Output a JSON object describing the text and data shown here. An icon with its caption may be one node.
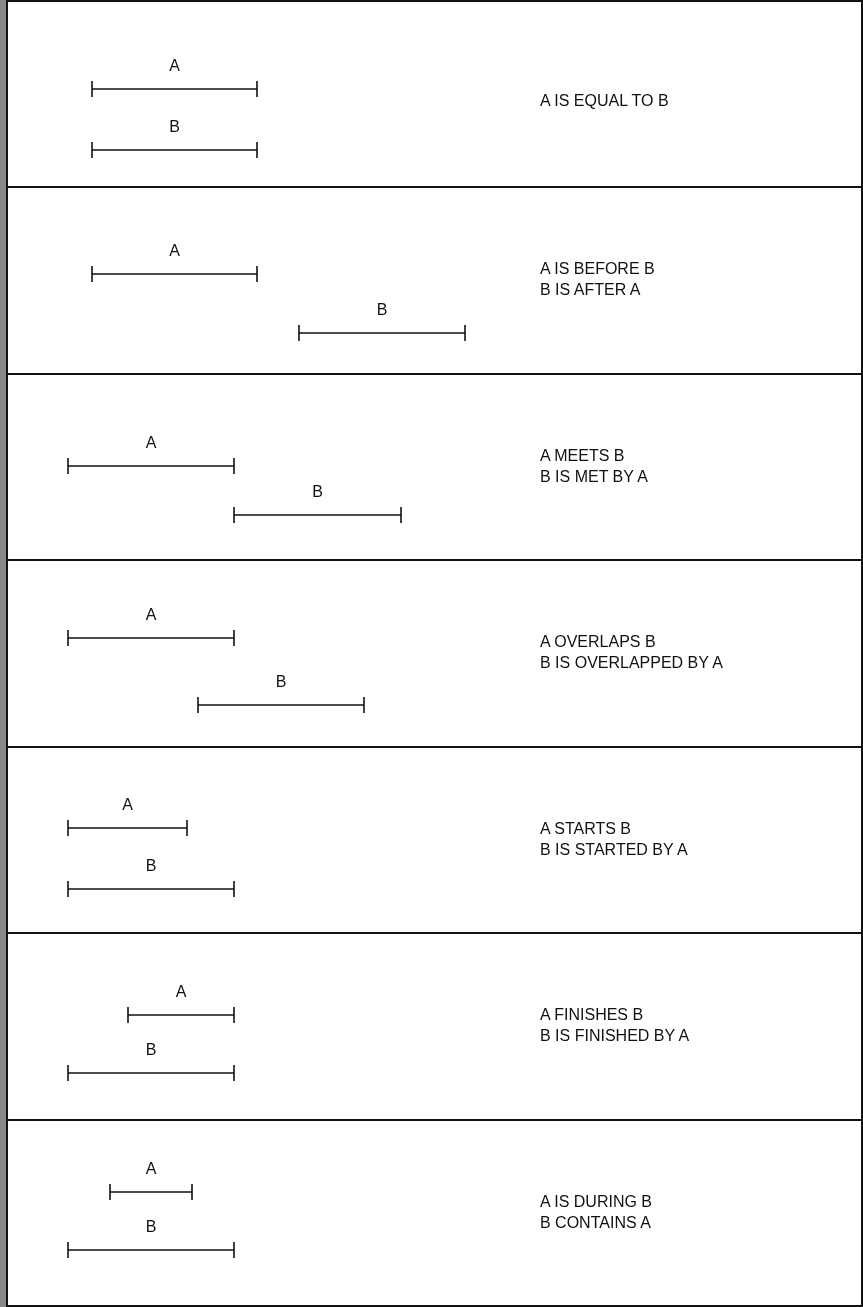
{
  "diagram": {
    "nodes": [
      {
        "text": [
          "A IS EQUAL TO B"
        ]
      },
      {
        "text": [
          "A"
        ],
        "in": 0
      },
      {
        "text": [
          "B"
        ],
        "in": 0
      },
      {
        "text": [
          "A IS BEFORE B",
          "B IS AFTER A"
        ]
      },
      {
        "text": [
          "A"
        ],
        "in": 3
      },
      {
        "text": [
          "B"
        ],
        "in": 3
      },
      {
        "text": [
          "A MEETS B",
          "B IS MET BY A"
        ]
      },
      {
        "text": [
          "A"
        ],
        "in": 6
      },
      {
        "text": [
          "B"
        ],
        "in": 6
      },
      {
        "text": [
          "A OVERLAPS B",
          "B IS OVERLAPPED BY A"
        ]
      },
      {
        "text": [
          "A"
        ],
        "in": 9
      },
      {
        "text": [
          "B"
        ],
        "in": 9
      },
      {
        "text": [
          "A STARTS B",
          "B IS STARTED BY A"
        ]
      },
      {
        "text": [
          "A"
        ],
        "in": 12
      },
      {
        "text": [
          "B"
        ],
        "in": 12
      },
      {
        "text": [
          "A FINISHES B",
          "B IS FINISHED BY A"
        ]
      },
      {
        "text": [
          "A"
        ],
        "in": 15
      },
      {
        "text": [
          "B"
        ],
        "in": 15
      },
      {
        "text": [
          "A IS DURING B",
          "B CONTAINS A"
        ]
      },
      {
        "text": [
          "A"
        ],
        "in": 18
      },
      {
        "text": [
          "B"
        ],
        "in": 18
      }
    ]
  }
}
